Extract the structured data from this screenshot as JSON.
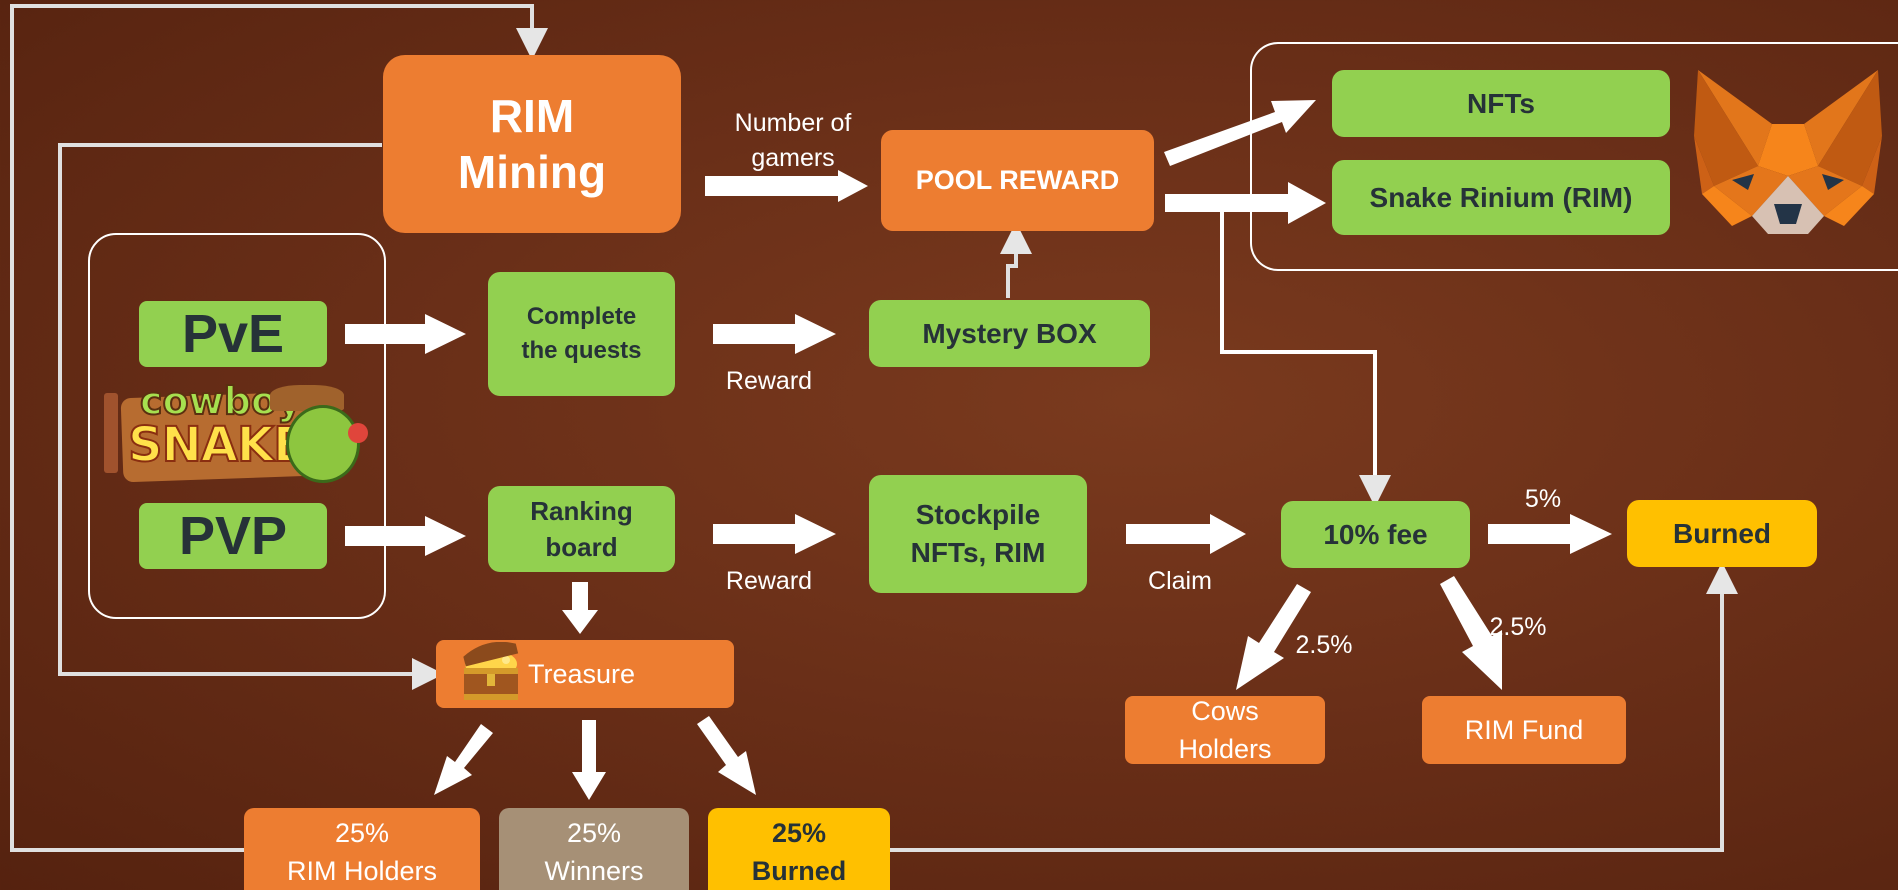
{
  "nodes": {
    "rim_mining": "RIM\nMining",
    "pool_reward": "POOL REWARD",
    "nfts": "NFTs",
    "snake_rinium": "Snake Rinium (RIM)",
    "pve": "PvE",
    "pvp": "PVP",
    "complete_quests": "Complete\nthe quests",
    "mystery_box": "Mystery BOX",
    "ranking_board": "Ranking\nboard",
    "stockpile": "Stockpile\nNFTs, RIM",
    "fee": "10% fee",
    "burned_fee": "Burned",
    "treasure": "Treasure",
    "cows_holders": "Cows\nHolders",
    "rim_fund": "RIM Fund",
    "rim_holders": "25%\nRIM Holders",
    "winners": "25%\nWinners",
    "burned_treasure": "25%\nBurned"
  },
  "labels": {
    "number_of_gamers": "Number of\ngamers",
    "reward_quests": "Reward",
    "reward_ranking": "Reward",
    "claim": "Claim",
    "pct_burn": "5%",
    "pct_cows": "2.5%",
    "pct_fund": "2.5%"
  },
  "logo": {
    "line1": "cowboy",
    "line2": "SNAKE"
  },
  "colors": {
    "green": "#92d050",
    "orange": "#ed7d31",
    "yellow": "#ffc000",
    "taupe": "#a69076",
    "background": "#6a2f18"
  },
  "icons": [
    "metamask-fox-icon",
    "treasure-chest-icon",
    "cowboy-snake-logo"
  ]
}
